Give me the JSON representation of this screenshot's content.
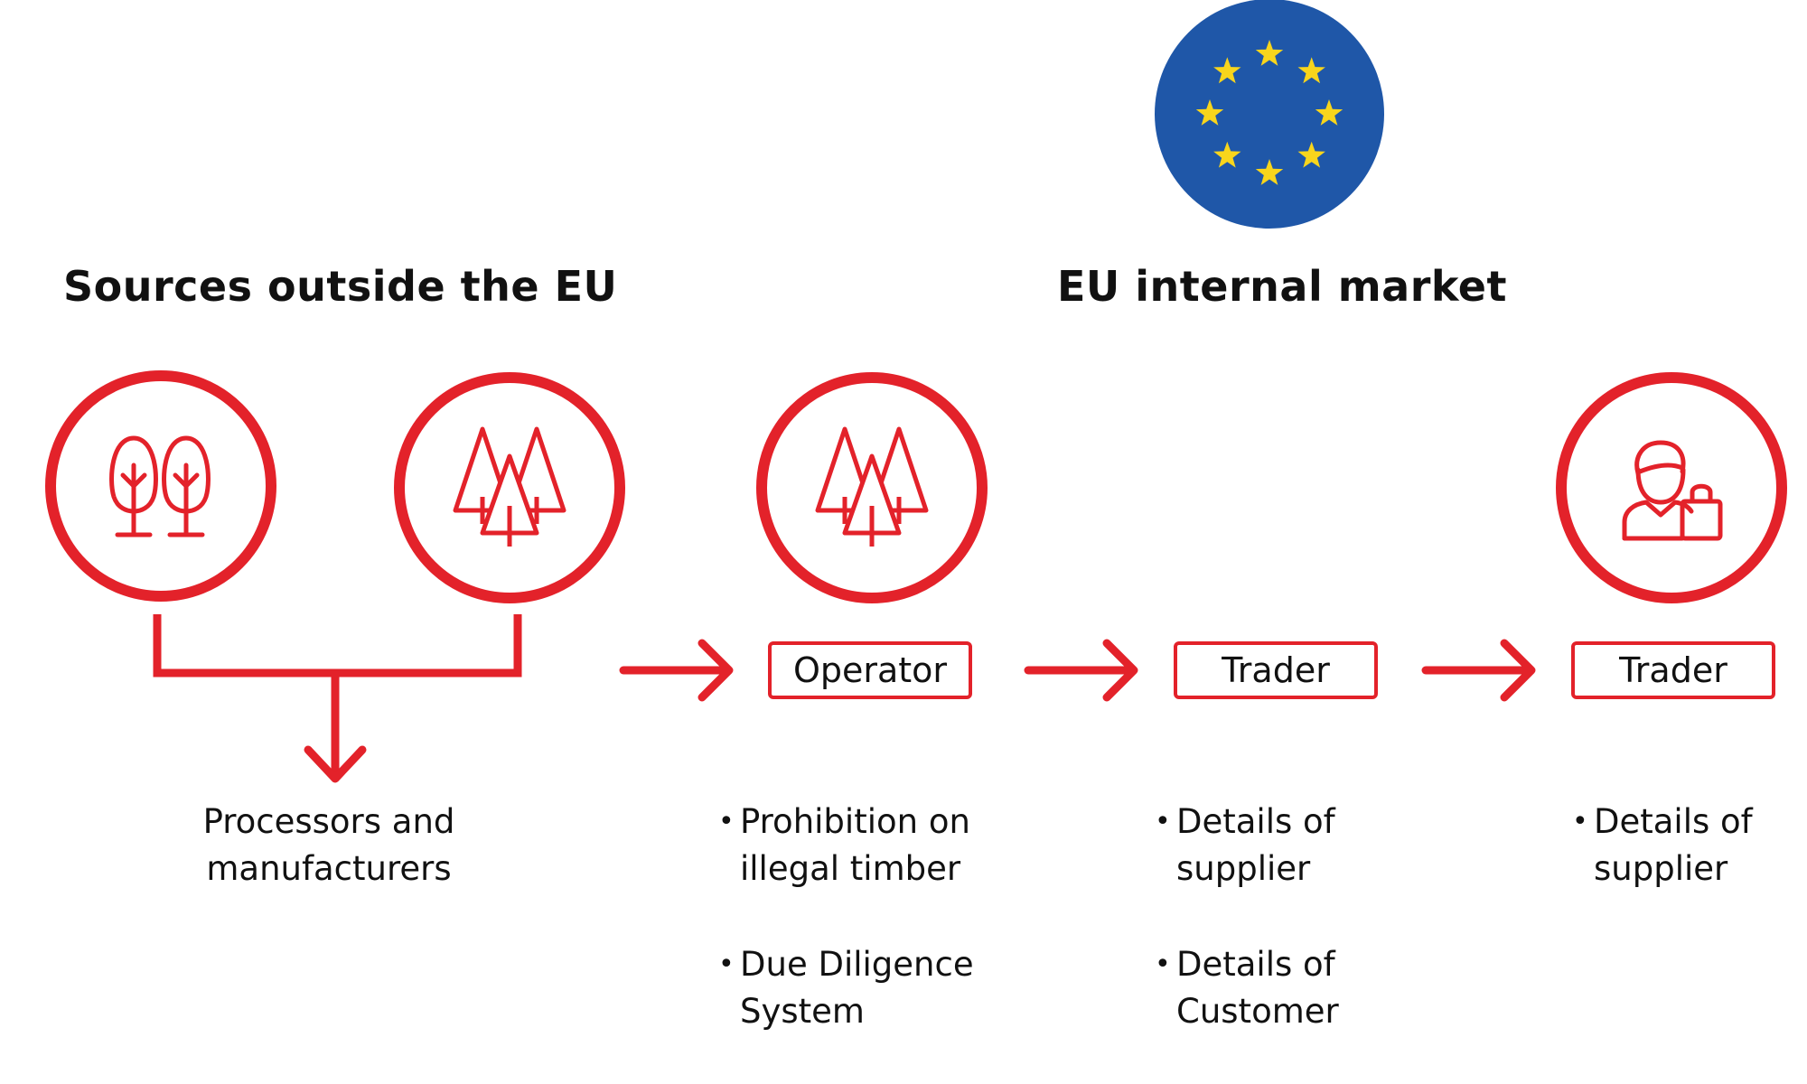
{
  "headings": {
    "outside": "Sources outside the EU",
    "internal": "EU internal market"
  },
  "roles": {
    "operator": "Operator",
    "trader_1": "Trader",
    "trader_2": "Trader"
  },
  "captions": {
    "processors": "Processors and manufacturers"
  },
  "bullets": {
    "operator": [
      "Prohibition on illegal timber",
      "Due Diligence System"
    ],
    "trader_1": [
      "Details of supplier",
      "Details of Customer"
    ],
    "trader_2": [
      "Details of supplier"
    ]
  },
  "icons": {
    "eu_flag": "eu-flag-icon",
    "broadleaf_trees": "broadleaf-trees-icon",
    "conifer_forest": "conifer-forest-icon",
    "customer": "customer-with-bag-icon"
  },
  "colors": {
    "accent": "#e3222a",
    "eu_blue": "#1f57a8",
    "eu_star": "#f8d51c",
    "text": "#111111"
  }
}
